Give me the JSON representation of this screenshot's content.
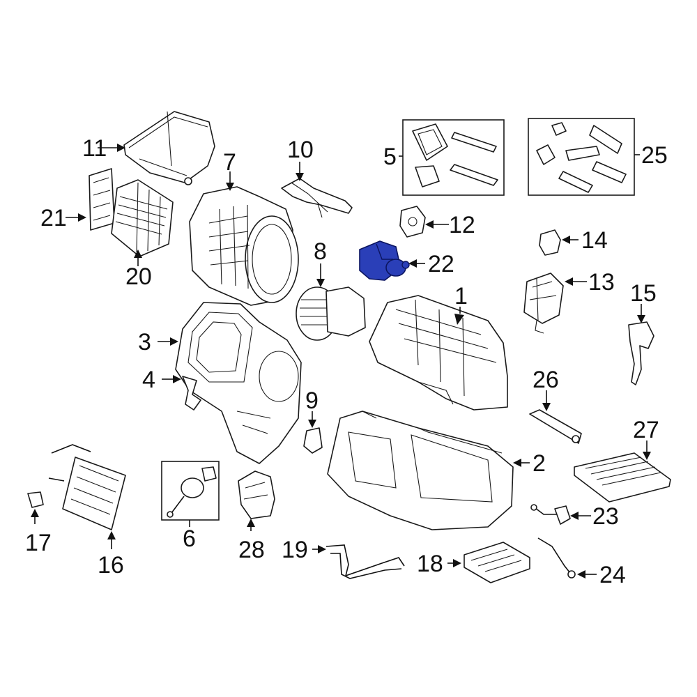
{
  "diagram": {
    "highlight_color": "#2a3fb8",
    "highlighted_part": "22",
    "callouts": [
      "1",
      "2",
      "3",
      "4",
      "5",
      "6",
      "7",
      "8",
      "9",
      "10",
      "11",
      "12",
      "13",
      "14",
      "15",
      "16",
      "17",
      "18",
      "19",
      "20",
      "21",
      "22",
      "23",
      "24",
      "25",
      "26",
      "27",
      "28"
    ]
  }
}
